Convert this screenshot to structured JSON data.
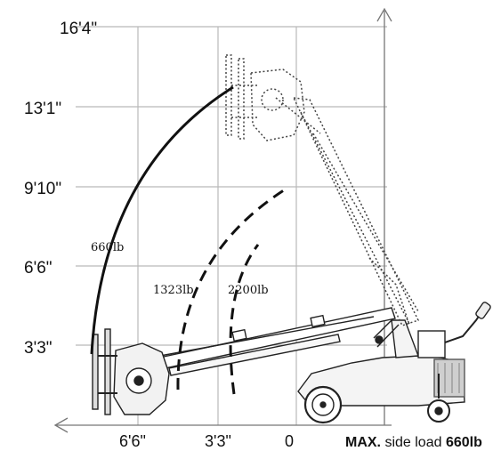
{
  "diagram": {
    "y_axis_labels": [
      "16'4\"",
      "13'1\"",
      "9'10\"",
      "6'6\"",
      "3'3\""
    ],
    "x_axis_labels": [
      "6'6\"",
      "3'3\"",
      "0"
    ],
    "load_curves": [
      {
        "label": "660lb",
        "style": "solid"
      },
      {
        "label": "1323lb",
        "style": "dashed"
      },
      {
        "label": "2200lb",
        "style": "dashed"
      }
    ],
    "footer": {
      "max_bold": "MAX.",
      "text": " side load ",
      "value": "660lb"
    }
  }
}
